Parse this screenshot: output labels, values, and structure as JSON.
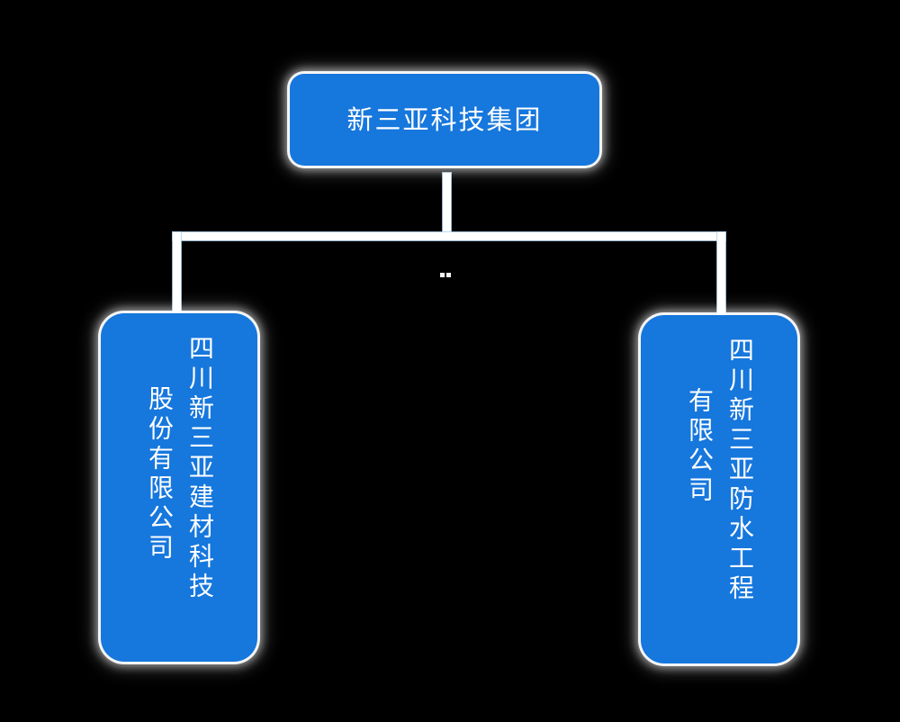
{
  "diagram": {
    "type": "organization-chart",
    "background_color": "#000000",
    "node_fill_color": "#1677dd",
    "node_text_color": "#ffffff",
    "connector_color": "#ffffff",
    "connector_edge_color": "#b4d4ec",
    "root": {
      "label": "新三亚科技集团",
      "orientation": "horizontal"
    },
    "children": [
      {
        "position": "left",
        "orientation": "vertical-rl",
        "columns": [
          "四川新三亚建材科技",
          "股份有限公司"
        ],
        "full_label": "四川新三亚建材科技股份有限公司"
      },
      {
        "position": "right",
        "orientation": "vertical-rl",
        "columns": [
          "四川新三亚防水工程",
          "有限公司"
        ],
        "full_label": "四川新三亚防水工程有限公司"
      }
    ]
  }
}
